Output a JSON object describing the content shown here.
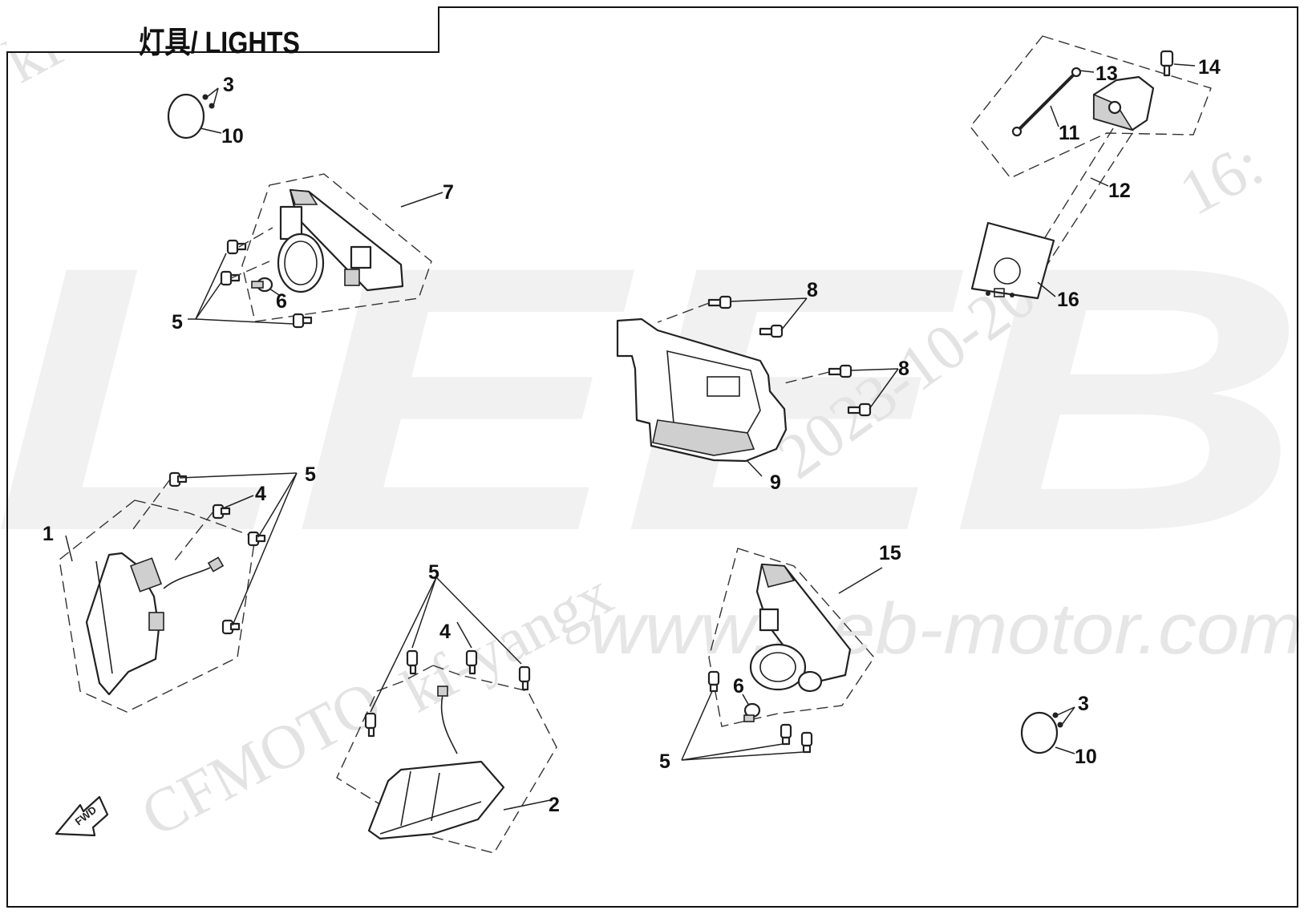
{
  "header": {
    "title": "灯具/ LIGHTS"
  },
  "watermarks": {
    "corner_tl": "kf-",
    "brand_big": "LEEB",
    "website": "www.leeb-motor.com",
    "cfmoto": "CFMOTO",
    "user": "kf-yangx",
    "date": "2023-10-20",
    "time": "16:"
  },
  "callouts": {
    "c1": "1",
    "c2": "2",
    "c3a": "3",
    "c3b": "3",
    "c4a": "4",
    "c4b": "4",
    "c5a": "5",
    "c5b": "5",
    "c5c": "5",
    "c5d": "5",
    "c6a": "6",
    "c6b": "6",
    "c7": "7",
    "c8a": "8",
    "c8b": "8",
    "c9": "9",
    "c10a": "10",
    "c10b": "10",
    "c11": "11",
    "c12": "12",
    "c13": "13",
    "c14": "14",
    "c15": "15",
    "c16": "16"
  },
  "fwd_marker": "FWD",
  "colors": {
    "line": "#222222",
    "watermark": "#e3e3e3"
  }
}
